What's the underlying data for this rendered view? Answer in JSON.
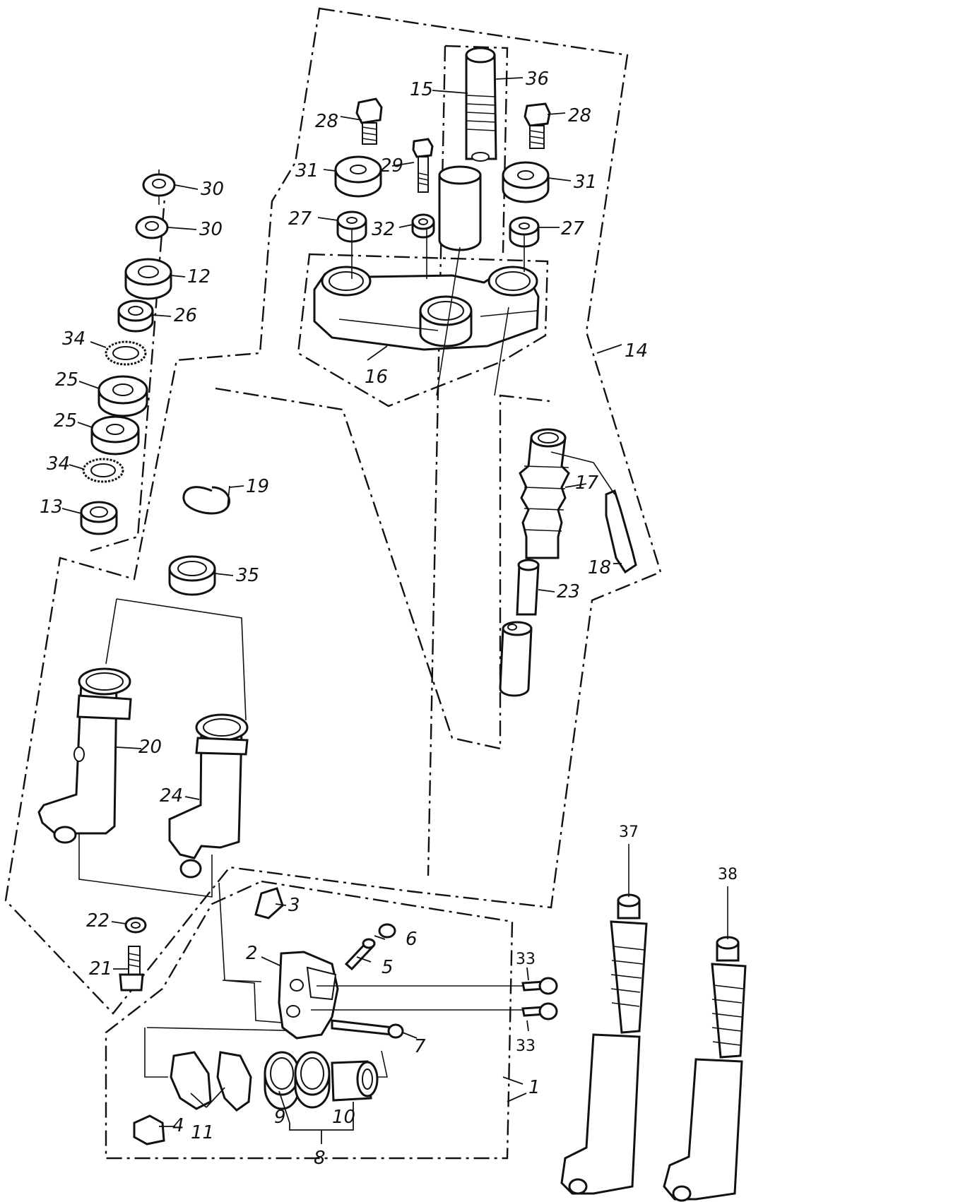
{
  "labels": {
    "l1": "1",
    "l2": "2",
    "l3": "3",
    "l4": "4",
    "l5": "5",
    "l6": "6",
    "l7": "7",
    "l8": "8",
    "l9": "9",
    "l10": "10",
    "l11": "11",
    "l12": "12",
    "l13": "13",
    "l14": "14",
    "l15": "15",
    "l16": "16",
    "l17": "17",
    "l18": "18",
    "l19": "19",
    "l20": "20",
    "l21": "21",
    "l22": "22",
    "l23": "23",
    "l24": "24",
    "l25a": "25",
    "l25b": "25",
    "l26": "26",
    "l27a": "27",
    "l27b": "27",
    "l28a": "28",
    "l28b": "28",
    "l29": "29",
    "l30a": "30",
    "l30b": "30",
    "l31a": "31",
    "l31b": "31",
    "l32": "32",
    "l33a": "33",
    "l33b": "33",
    "l34a": "34",
    "l34b": "34",
    "l35": "35",
    "l36": "36",
    "l37": "37",
    "l38": "38"
  }
}
